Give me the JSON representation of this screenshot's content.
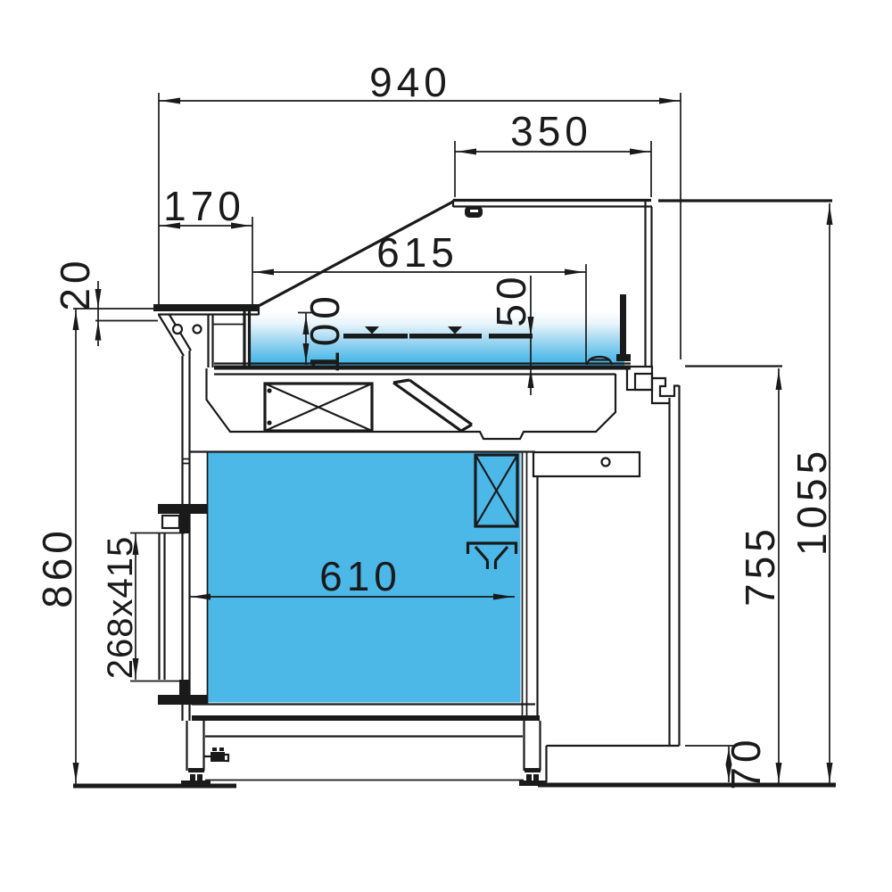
{
  "drawing": {
    "type": "technical-cross-section",
    "background": "#ffffff",
    "line_color": "#1a1a1a",
    "accent_blue": "#4cb8e8",
    "dimensions": {
      "overall_top_width": "940",
      "canopy_glass_width": "350",
      "service_shelf_depth": "170",
      "display_well_width": "615",
      "shelf_thickness": "20",
      "well_depth": "100",
      "deck_clearance": "50",
      "counter_height": "860",
      "door_opening": "268x415",
      "storage_interior_width": "610",
      "rear_body_height": "755",
      "overall_height": "1055",
      "base_recess_height": "70"
    }
  }
}
